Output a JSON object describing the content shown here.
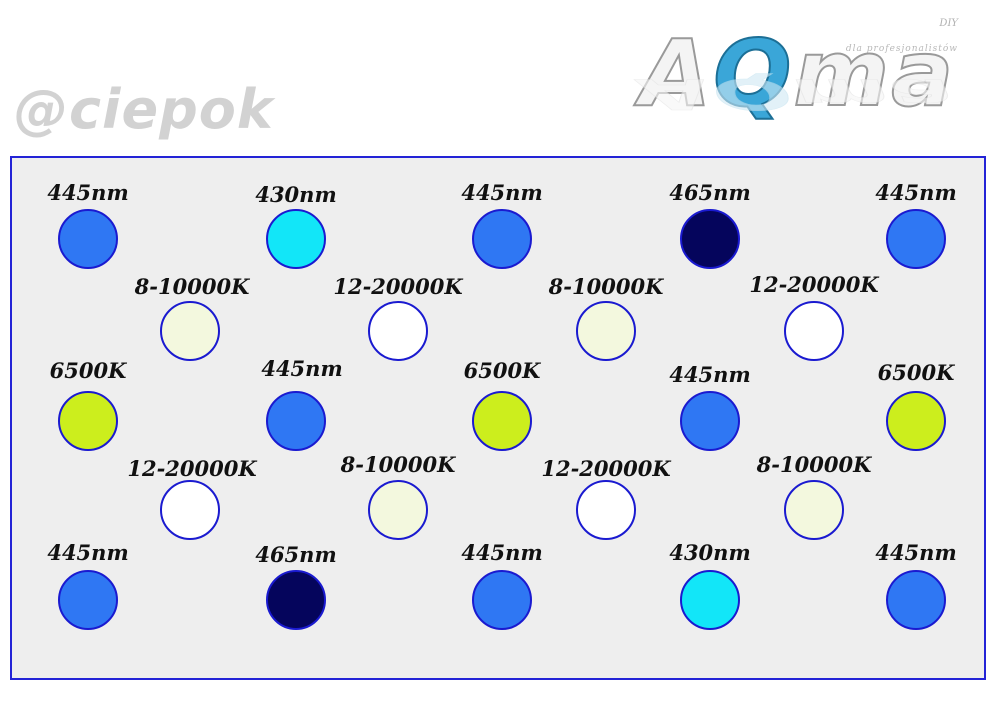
{
  "watermark": "@ciepok",
  "logo": {
    "prefix": "A",
    "q": "Q",
    "suffix": "ma",
    "diy": "DIY",
    "tagline": "dla profesjonalistów"
  },
  "colors": {
    "445nm": "#2f77f3",
    "430nm": "#12e6f8",
    "465nm": "#05055c",
    "8-10000K": "#f3f8de",
    "12-20000K": "#ffffff",
    "6500K": "#ccee1d",
    "border": "#1a1ad0"
  },
  "leds": [
    {
      "label": "445nm",
      "type": "445nm"
    },
    {
      "label": "430nm",
      "type": "430nm"
    },
    {
      "label": "445nm",
      "type": "445nm"
    },
    {
      "label": "465nm",
      "type": "465nm"
    },
    {
      "label": "445nm",
      "type": "445nm"
    },
    {
      "label": "8-10000K",
      "type": "8-10000K"
    },
    {
      "label": "12-20000K",
      "type": "12-20000K"
    },
    {
      "label": "8-10000K",
      "type": "8-10000K"
    },
    {
      "label": "12-20000K",
      "type": "12-20000K"
    },
    {
      "label": "6500K",
      "type": "6500K"
    },
    {
      "label": "445nm",
      "type": "445nm"
    },
    {
      "label": "6500K",
      "type": "6500K"
    },
    {
      "label": "445nm",
      "type": "445nm"
    },
    {
      "label": "6500K",
      "type": "6500K"
    },
    {
      "label": "12-20000K",
      "type": "12-20000K"
    },
    {
      "label": "8-10000K",
      "type": "8-10000K"
    },
    {
      "label": "12-20000K",
      "type": "12-20000K"
    },
    {
      "label": "8-10000K",
      "type": "8-10000K"
    },
    {
      "label": "445nm",
      "type": "445nm"
    },
    {
      "label": "465nm",
      "type": "465nm"
    },
    {
      "label": "445nm",
      "type": "445nm"
    },
    {
      "label": "430nm",
      "type": "430nm"
    },
    {
      "label": "445nm",
      "type": "445nm"
    }
  ]
}
